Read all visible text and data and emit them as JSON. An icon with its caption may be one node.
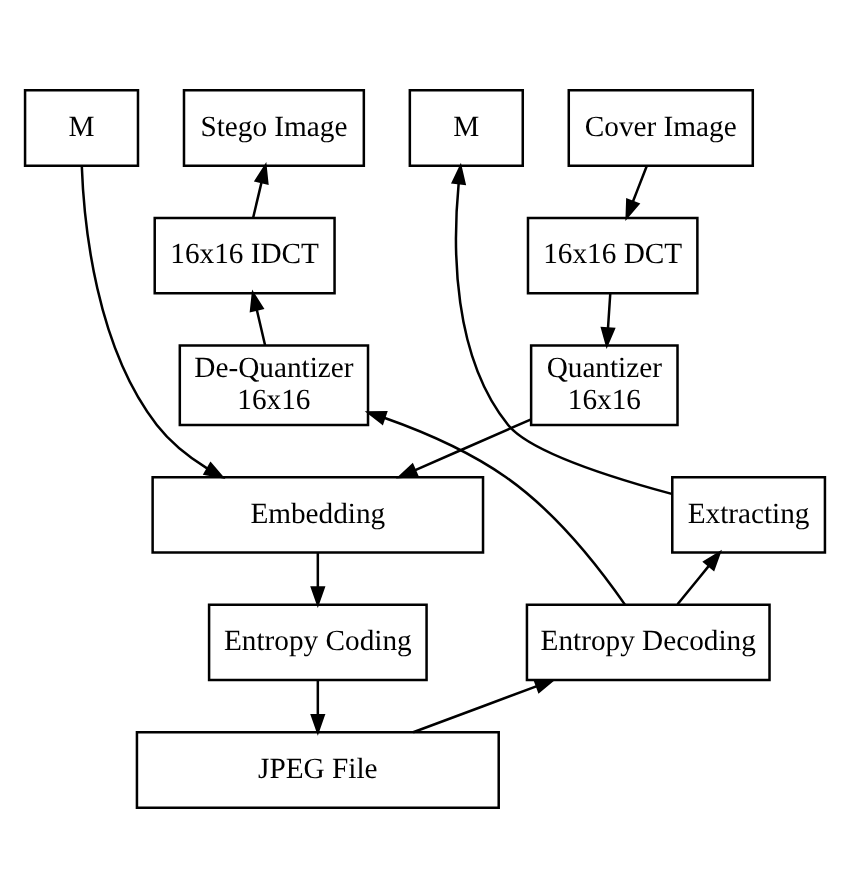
{
  "diagram": {
    "nodes": [
      {
        "text": [
          "M"
        ]
      },
      {
        "text": [
          "Cover Image"
        ]
      },
      {
        "text": [
          "Stego Image"
        ]
      },
      {
        "text": [
          "M"
        ]
      },
      {
        "text": [
          "16x16 DCT"
        ]
      },
      {
        "text": [
          "16x16 IDCT"
        ]
      },
      {
        "text": [
          "Quantizer 16x16"
        ]
      },
      {
        "text": [
          "De-Quantizer 16x16"
        ]
      },
      {
        "text": [
          "Embedding"
        ]
      },
      {
        "text": [
          "Extracting"
        ]
      },
      {
        "text": [
          "Entropy Coding"
        ]
      },
      {
        "text": [
          "Entropy Decoding"
        ]
      },
      {
        "text": [
          "JPEG File"
        ]
      }
    ],
    "edges": [
      {
        "from": 1,
        "to": 4,
        "arrow": "to"
      },
      {
        "from": 4,
        "to": 6,
        "arrow": "to"
      },
      {
        "from": 6,
        "to": 8,
        "arrow": "to"
      },
      {
        "from": 0,
        "to": 8,
        "arrow": "to"
      },
      {
        "from": 8,
        "to": 10,
        "arrow": "to"
      },
      {
        "from": 10,
        "to": 12,
        "arrow": "to"
      },
      {
        "from": 12,
        "to": 11,
        "arrow": "to"
      },
      {
        "from": 11,
        "to": 7,
        "arrow": "to"
      },
      {
        "from": 7,
        "to": 5,
        "arrow": "to"
      },
      {
        "from": 5,
        "to": 2,
        "arrow": "to"
      },
      {
        "from": 11,
        "to": 9,
        "arrow": "to"
      },
      {
        "from": 9,
        "to": 3,
        "arrow": "to"
      }
    ]
  }
}
